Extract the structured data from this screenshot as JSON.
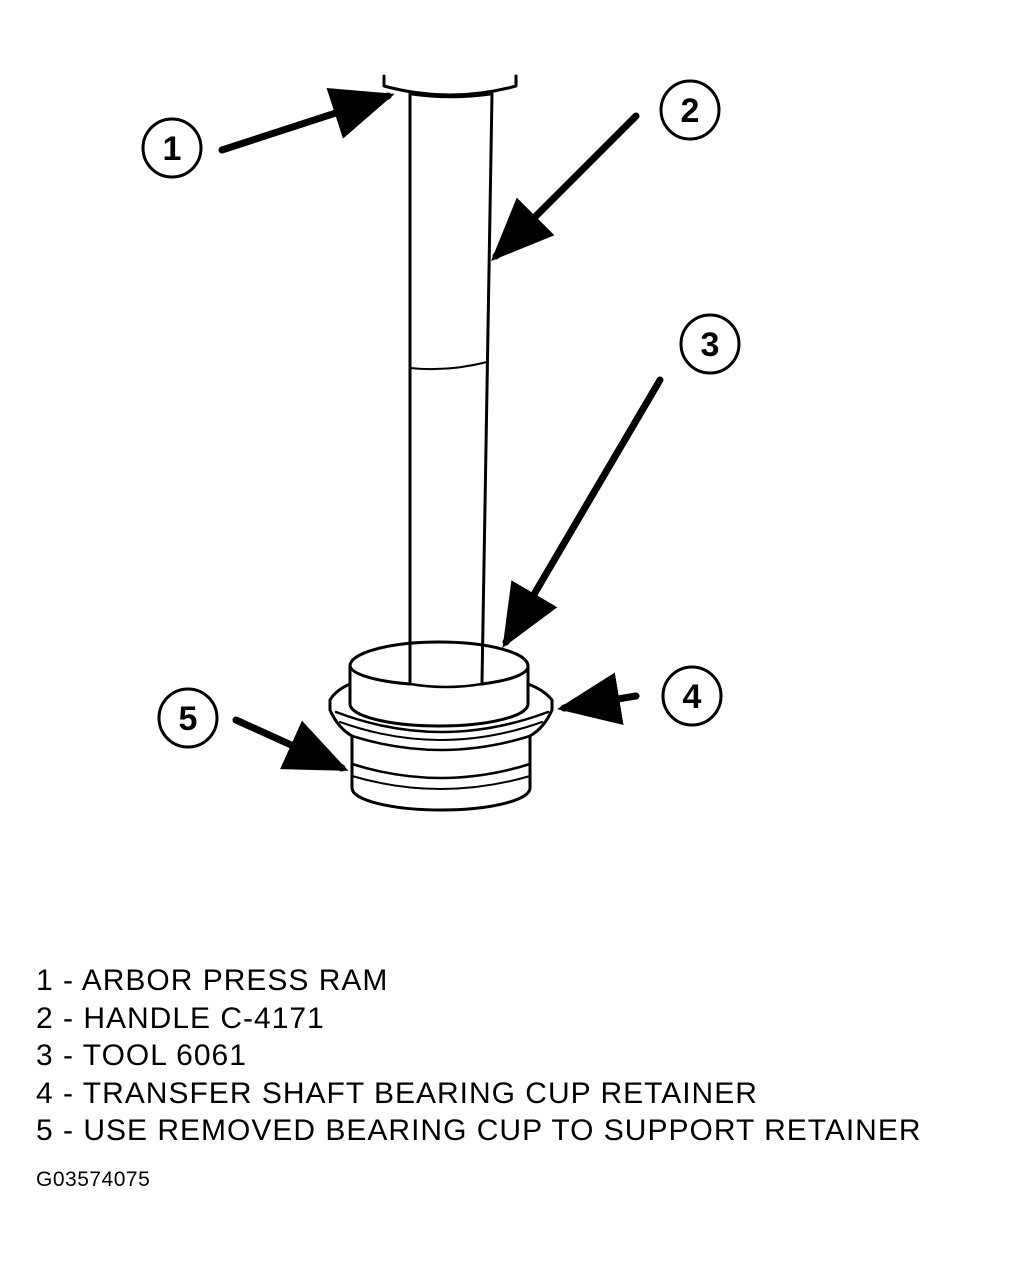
{
  "callouts": [
    {
      "number": "1",
      "text": "ARBOR PRESS RAM"
    },
    {
      "number": "2",
      "text": "HANDLE C-4171"
    },
    {
      "number": "3",
      "text": "TOOL 6061"
    },
    {
      "number": "4",
      "text": "TRANSFER SHAFT BEARING CUP RETAINER"
    },
    {
      "number": "5",
      "text": "USE REMOVED BEARING CUP TO SUPPORT RETAINER"
    }
  ],
  "legend": [
    "1 - ARBOR PRESS RAM",
    "2 - HANDLE C-4171",
    "3 - TOOL 6061",
    "4 - TRANSFER SHAFT BEARING CUP RETAINER",
    "5 - USE REMOVED BEARING CUP TO SUPPORT RETAINER"
  ],
  "figure_id": "G03574075",
  "colors": {
    "ink": "#000000",
    "paper": "#ffffff"
  }
}
